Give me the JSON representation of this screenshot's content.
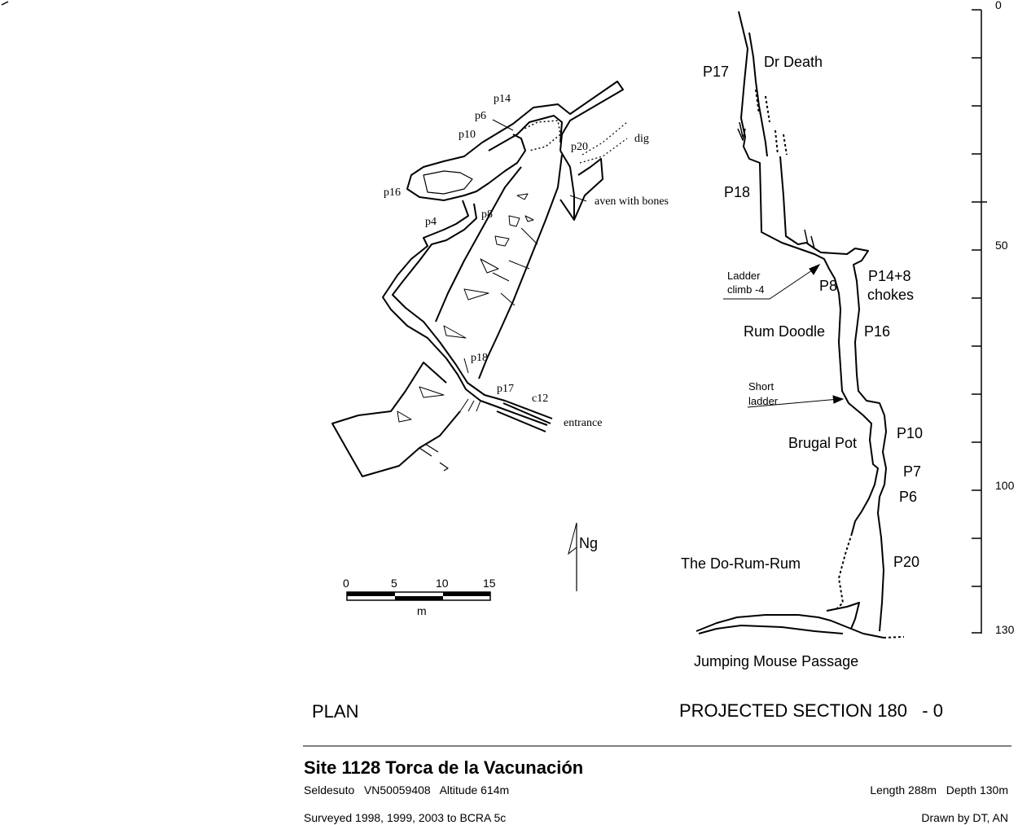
{
  "plan": {
    "heading": "PLAN",
    "labels": {
      "p14": "p14",
      "p6": "p6",
      "p10": "p10",
      "p20": "p20",
      "dig": "dig",
      "p16": "p16",
      "aven": "aven with bones",
      "p8": "p8",
      "p4": "p4",
      "p18": "p18",
      "p17": "p17",
      "c12": "c12",
      "entrance": "entrance"
    },
    "north": "Ng",
    "scale": {
      "ticks": [
        "0",
        "5",
        "10",
        "15"
      ],
      "unit": "m"
    }
  },
  "section": {
    "heading": "PROJECTED SECTION 180   - 0",
    "labels": {
      "p17": "P17",
      "dr_death": "Dr Death",
      "p18": "P18",
      "ladder_climb_1": "Ladder",
      "ladder_climb_2": "climb -4",
      "p8": "P8",
      "p14_8": "P14+8",
      "chokes": "chokes",
      "rum_doodle": "Rum Doodle",
      "p16": "P16",
      "short_ladder_1": "Short",
      "short_ladder_2": "ladder",
      "p10": "P10",
      "brugal_pot": "Brugal Pot",
      "p7": "P7",
      "p6": "P6",
      "do_rum_rum": "The Do-Rum-Rum",
      "p20": "P20",
      "jumping_mouse": "Jumping Mouse Passage"
    },
    "depth_scale": [
      "0",
      "50",
      "100",
      "130"
    ]
  },
  "footer": {
    "title": "Site 1128 Torca de la Vacunación",
    "location": "Seldesuto   VN50059408   Altitude 614m",
    "length_depth": "Length 288m   Depth 130m",
    "surveyed": "Surveyed 1998, 1999, 2003 to BCRA 5c",
    "drawn_by": "Drawn by DT, AN"
  }
}
